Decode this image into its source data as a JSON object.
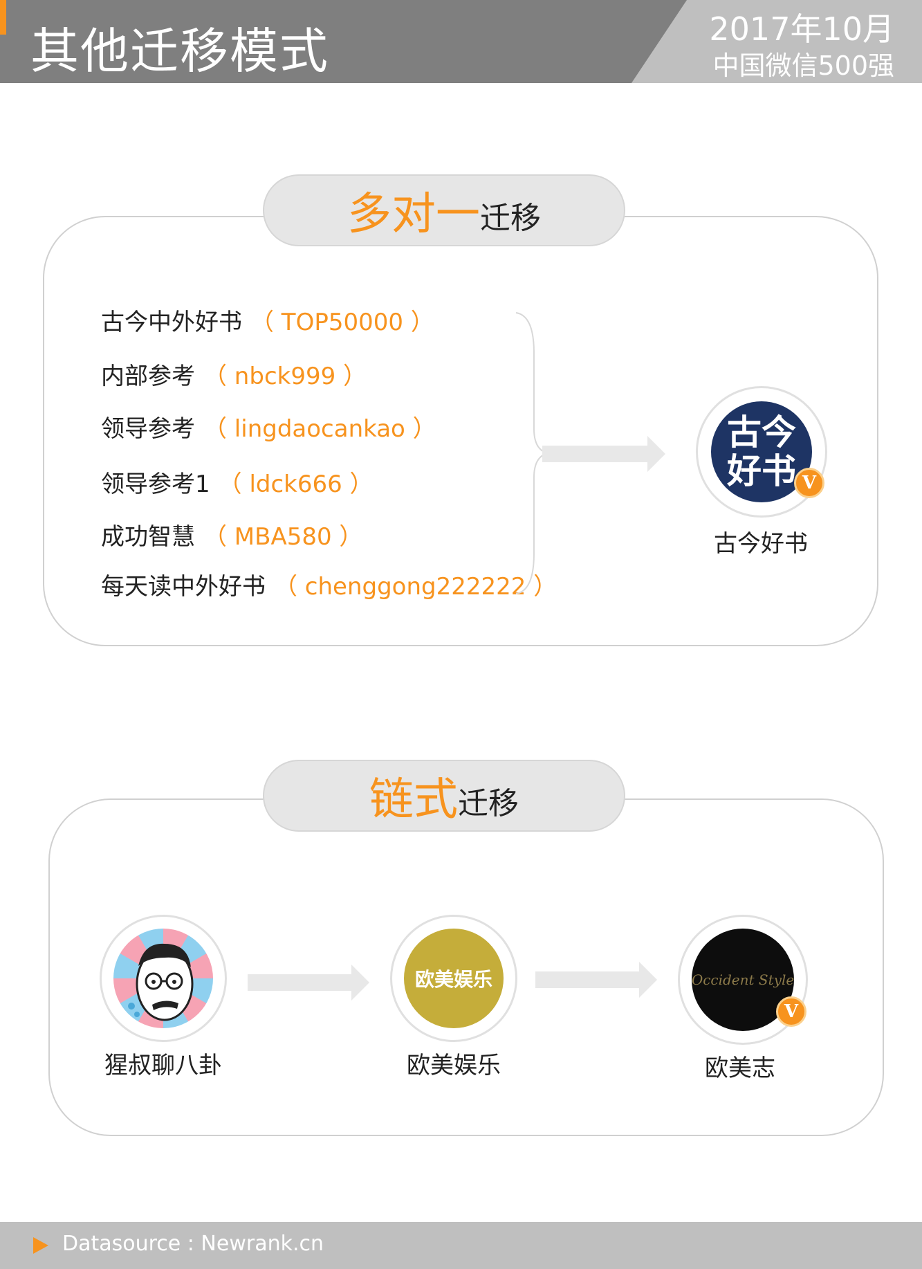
{
  "header": {
    "title": "其他迁移模式",
    "date": "2017年10月",
    "subtitle": "中国微信500强"
  },
  "many_to_one": {
    "title_highlight": "多对一",
    "title_rest": "迁移",
    "sources": [
      {
        "name": "古今中外好书",
        "id": "（ TOP50000 ）"
      },
      {
        "name": "内部参考",
        "id": "（ nbck999 ）"
      },
      {
        "name": "领导参考",
        "id": "（ lingdaocankao ）"
      },
      {
        "name": "领导参考1",
        "id": "（ ldck666 ）"
      },
      {
        "name": "成功智慧",
        "id": "（ MBA580 ）"
      },
      {
        "name": "每天读中外好书",
        "id": "（ chenggong222222 ）"
      }
    ],
    "target": {
      "label": "古今好书",
      "logo_line1": "古今",
      "logo_line2": "好书",
      "badge": "V"
    }
  },
  "chain": {
    "title_highlight": "链式",
    "title_rest": "迁移",
    "accounts": [
      {
        "label": "猩叔聊八卦"
      },
      {
        "label": "欧美娱乐",
        "logo_text": "欧美娱乐"
      },
      {
        "label": "欧美志",
        "logo_text": "Occident Style",
        "badge": "V"
      }
    ]
  },
  "footer": {
    "source": "Datasource : Newrank.cn"
  },
  "colors": {
    "accent": "#f7931e",
    "header_bg": "#7f7f7f",
    "header_right_bg": "#bfbfbf",
    "panel_title_bg": "#e6e6e6",
    "navy_logo": "#1e3464",
    "gold_logo": "#c5ad3a"
  }
}
